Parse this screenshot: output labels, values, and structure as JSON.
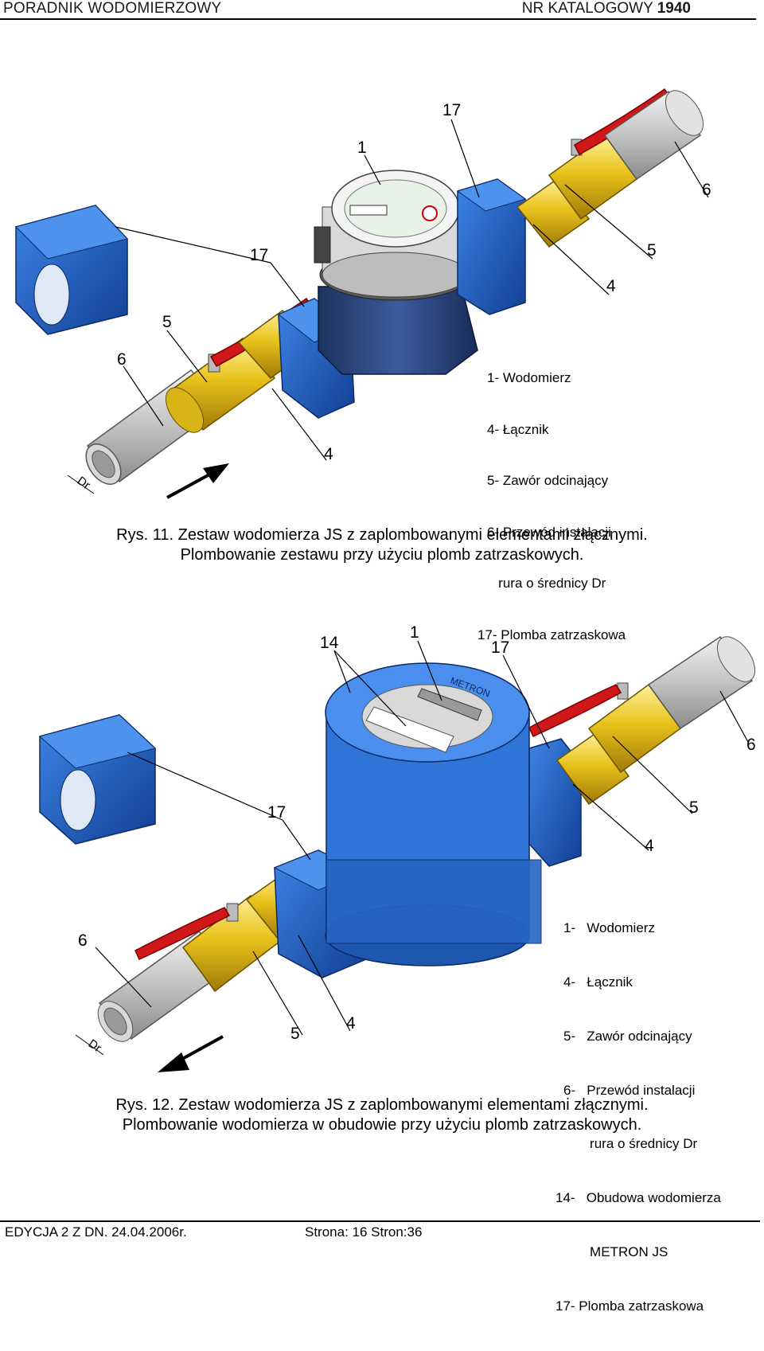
{
  "header": {
    "left": "PORADNIK WODOMIERZOWY",
    "right_prefix": "NR KATALOGOWY",
    "right_number": "1940"
  },
  "figure1": {
    "labels": [
      "17",
      "1",
      "6",
      "17",
      "5",
      "4",
      "5",
      "6",
      "4",
      "Dr"
    ],
    "legend": [
      "1- Wodomierz",
      "4- Łącznik",
      "5- Zawór odcinający",
      "6- Przewód instalacji",
      "   rura o średnicy Dr",
      "17- Plomba zatrzaskowa"
    ],
    "caption_line1": "Rys. 11. Zestaw wodomierza JS z zaplombowanymi elementami złącznymi.",
    "caption_line2": "Plombowanie zestawu przy użyciu plomb zatrzaskowych."
  },
  "figure2": {
    "labels": [
      "14",
      "1",
      "17",
      "6",
      "17",
      "5",
      "4",
      "6",
      "5",
      "4",
      "Dr"
    ],
    "meter_brand": "METRON",
    "legend": [
      "1-   Wodomierz",
      "4-   Łącznik",
      "5-   Zawór odcinający",
      "6-   Przewód instalacji",
      "       rura o średnicy Dr",
      "14-   Obudowa wodomierza",
      "       METRON JS",
      "17- Plomba zatrzaskowa"
    ],
    "caption_line1": "Rys. 12. Zestaw wodomierza JS z zaplombowanymi elementami złącznymi.",
    "caption_line2": "Plombowanie wodomierza w obudowie przy użyciu plomb zatrzaskowych."
  },
  "footer": {
    "left": "EDYCJA 2 Z DN. 24.04.2006r.",
    "right": "Strona: 16 Stron:36"
  },
  "colors": {
    "seal_blue": "#1f5fc4",
    "brass": "#e8c21a",
    "valve_red": "#d01818",
    "pipe": "#c8c8c8"
  }
}
